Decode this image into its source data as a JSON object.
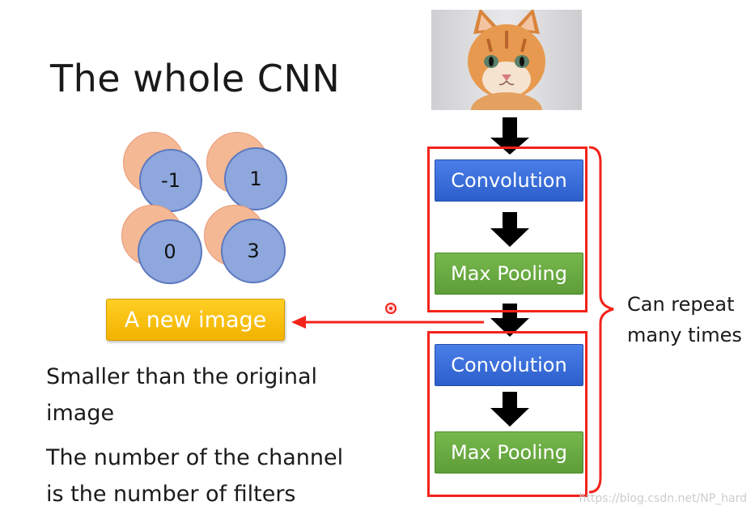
{
  "title": "The whole CNN",
  "feature_map": {
    "cells": [
      {
        "front": "-1"
      },
      {
        "front": "1"
      },
      {
        "front": "0"
      },
      {
        "front": "3"
      }
    ]
  },
  "new_image_label": "A new image",
  "notes": {
    "line1": "Smaller than the original",
    "line2": "image",
    "line3": "The number of the channel",
    "line4": "is the number of filters"
  },
  "pipeline": {
    "blocks": [
      {
        "label": "Convolution"
      },
      {
        "label": "Max Pooling"
      },
      {
        "label": "Convolution"
      },
      {
        "label": "Max Pooling"
      }
    ],
    "repeat_line1": "Can repeat",
    "repeat_line2": "many times"
  },
  "watermark": "https://blog.csdn.net/NP_hard",
  "colors": {
    "convolution": "#3b6fdc",
    "max_pooling": "#6aab43",
    "new_image": "#f7bc12",
    "highlight": "#f2231a"
  }
}
